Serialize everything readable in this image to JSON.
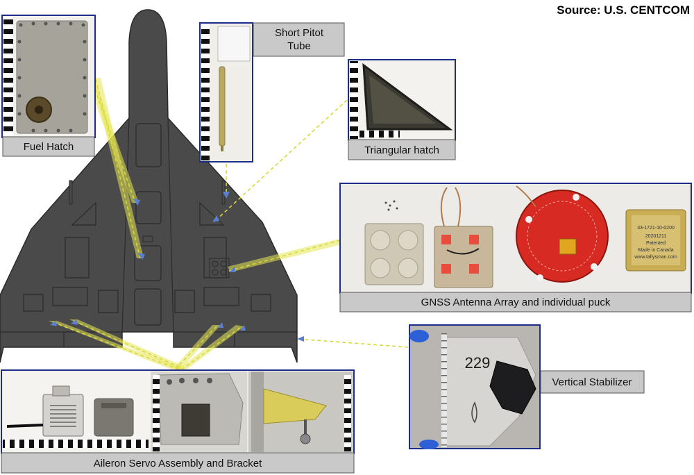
{
  "source": "Source: U.S. CENTCOM",
  "callouts": {
    "fuel_hatch": "Fuel Hatch",
    "pitot_line1": "Short Pitot",
    "pitot_line2": "Tube",
    "triangular_hatch": "Triangular hatch",
    "gnss": "GNSS Antenna Array and individual puck",
    "vertical_stabilizer": "Vertical Stabilizer",
    "aileron": "Aileron Servo Assembly and Bracket"
  },
  "photo_text": {
    "stabilizer_number": "229",
    "puck_label_1": "33-1721-10-0200",
    "puck_label_2": "20201211",
    "puck_label_3": "Patented",
    "puck_label_4": "Made in Canada",
    "puck_label_5": "www.tallysman.com"
  },
  "colors": {
    "airframe": "#4a4a4a",
    "airframe_outline": "#2a2a2a",
    "leader_line": "#e6e655",
    "panel_border": "#1f2d8a",
    "caption_bg": "#c9c9c9"
  }
}
